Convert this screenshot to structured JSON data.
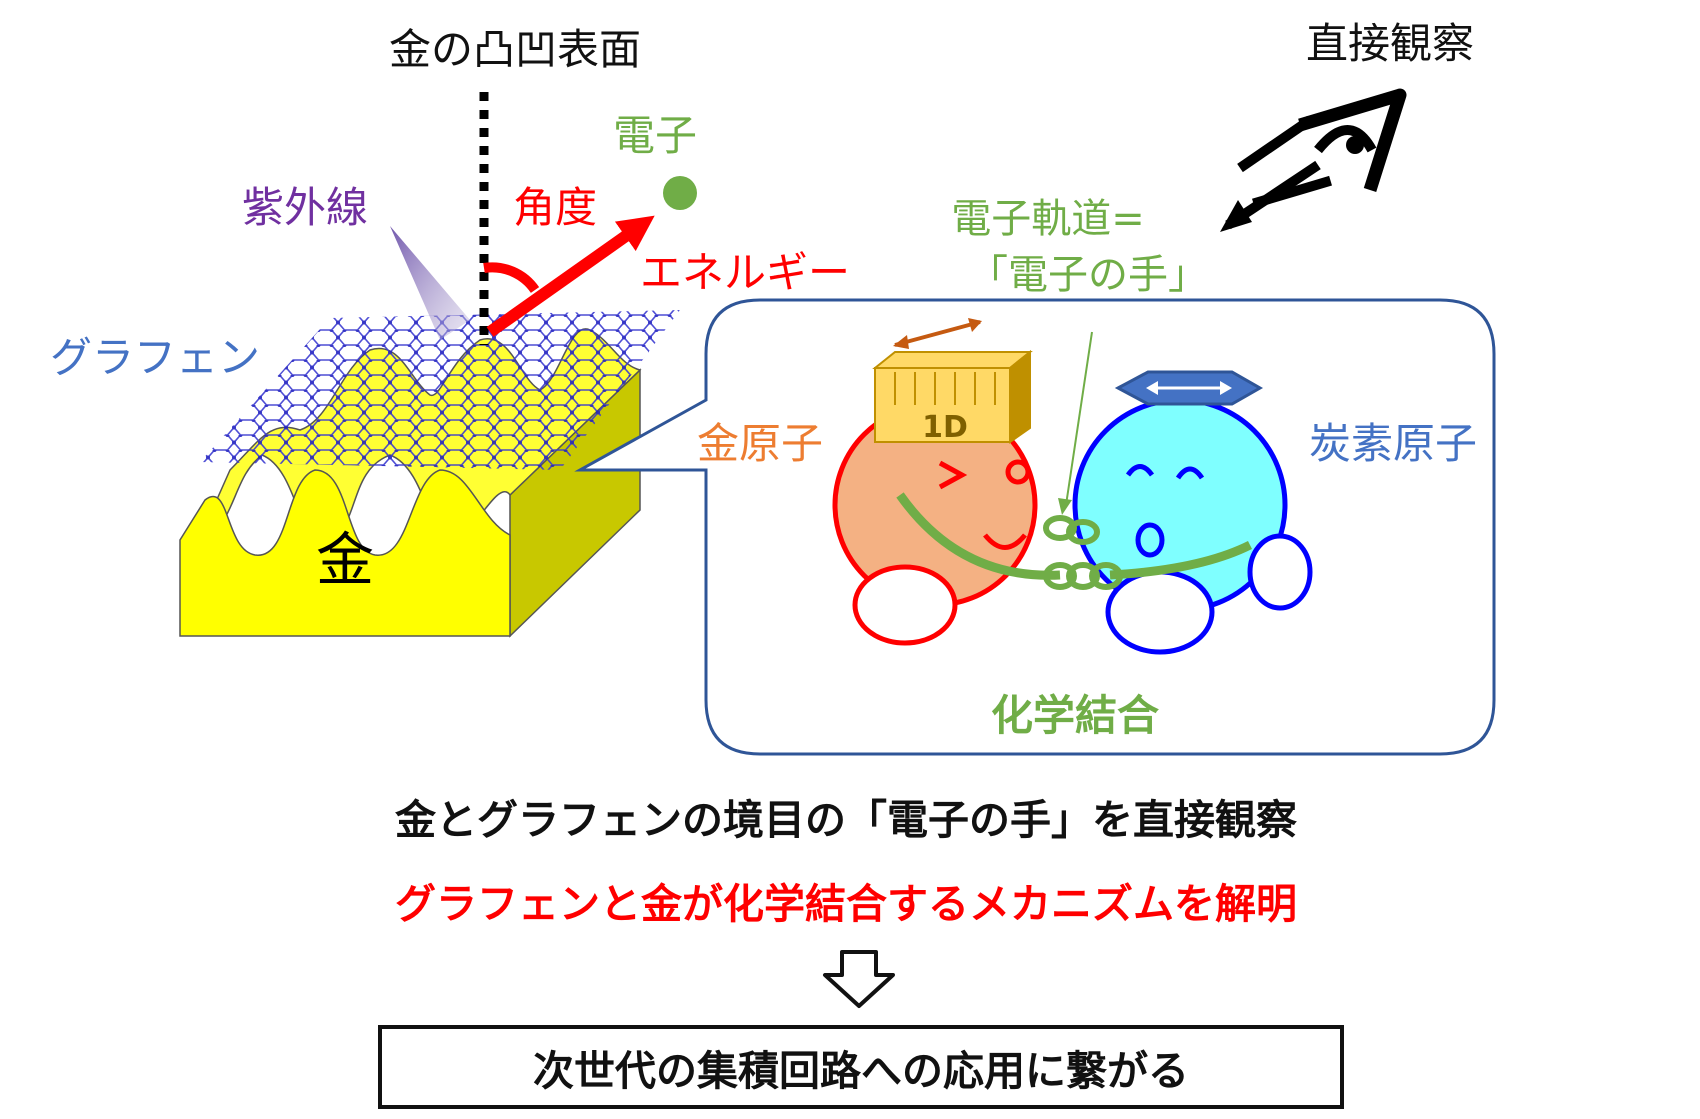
{
  "labels": {
    "gold_surface": "金の凸凹表面",
    "direct_observation": "直接観察",
    "electron": "電子",
    "angle": "角度",
    "ultraviolet": "紫外線",
    "energy": "エネルギー",
    "orbital_line1": "電子軌道=",
    "orbital_line2": "「電子の手」",
    "graphene": "グラフェン",
    "gold_atom": "金原子",
    "carbon_atom": "炭素原子",
    "gold_block": "金",
    "gold_1d": "1D",
    "chemical_bond": "化学結合"
  },
  "summary": {
    "line1": "金とグラフェンの境目の「電子の手」を直接観察",
    "line2": "グラフェンと金が化学結合するメカニズムを解明",
    "result": "次世代の集積回路への応用に繋がる"
  },
  "colors": {
    "red": "#ff0000",
    "green": "#70ad47",
    "purple": "#7030a0",
    "blue": "#4472c4",
    "orange": "#ed7d31",
    "gold": "#ffff00",
    "callout_border": "#2f5597"
  }
}
